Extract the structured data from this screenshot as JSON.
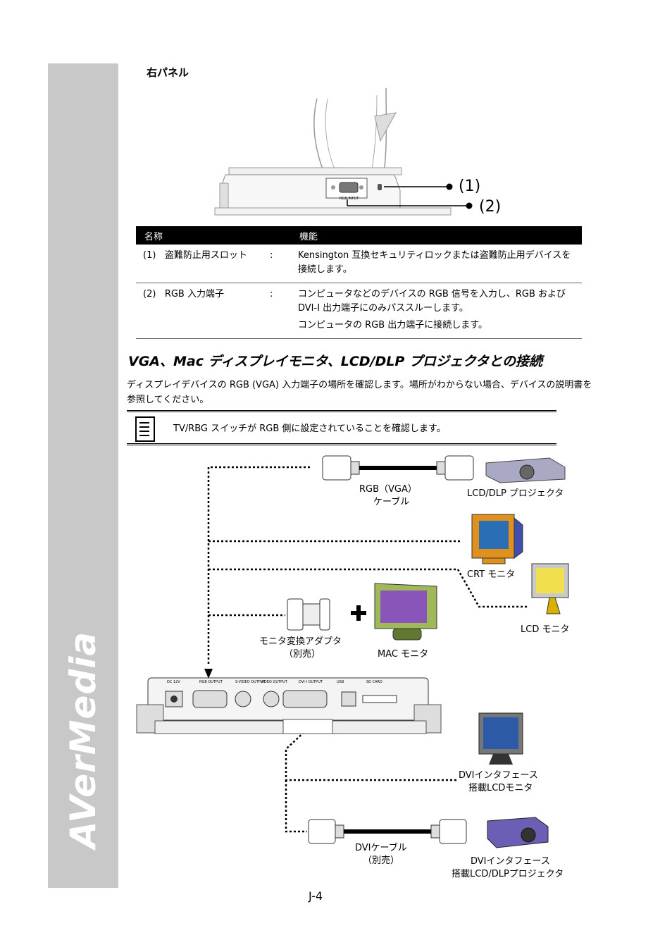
{
  "brand": "AVerMedia",
  "section_title": "右パネル",
  "panel_callouts": [
    "(1)",
    "(2)"
  ],
  "panel_port_label": "RGB INPUT",
  "table": {
    "headers": [
      "名称",
      "機能"
    ],
    "rows": [
      {
        "num": "(1)",
        "name": "盗難防止用スロット",
        "sep": ":",
        "lines": [
          "Kensington 互換セキュリティロックまたは盗難防止用デバイスを",
          "接続します。"
        ]
      },
      {
        "num": "(2)",
        "name": "RGB 入力端子",
        "sep": ":",
        "lines": [
          "コンピュータなどのデバイスの RGB 信号を入力し、RGB および",
          "DVI-I 出力端子にのみパススルーします。",
          "コンピュータの RGB 出力端子に接続します。"
        ]
      }
    ]
  },
  "heading2": "VGA、Mac ディスプレイモニタ、LCD/DLP プロジェクタとの接続",
  "intro": "ディスプレイデバイスの RGB (VGA) 入力端子の場所を確認します。場所がわからない場合、デバイスの説明書を参照してください。",
  "note": "TV/RBG スイッチが RGB 側に設定されていることを確認します。",
  "labels": {
    "rgb_cable_1": "RGB（VGA）",
    "rgb_cable_2": "ケーブル",
    "lcd_dlp_projector": "LCD/DLP プロジェクタ",
    "crt_monitor": "CRT モニタ",
    "lcd_monitor": "LCD モニタ",
    "adapter_1": "モニタ変換アダプタ",
    "adapter_2": "（別売）",
    "mac_monitor": "MAC モニタ",
    "dvi_monitor_1": "DVIインタフェース",
    "dvi_monitor_2": "搭載LCDモニタ",
    "dvi_cable_1": "DVIケーブル",
    "dvi_cable_2": "（別売）",
    "dvi_projector_1": "DVIインタフェース",
    "dvi_projector_2": "搭載LCD/DLPプロジェクタ"
  },
  "device_ports": [
    "DC 12V",
    "RGB OUTPUT",
    "S-VIDEO OUTPUT",
    "VIDEO OUTPUT",
    "DVI-I OUTPUT",
    "USB",
    "SD CARD"
  ],
  "page_number": "J-4"
}
